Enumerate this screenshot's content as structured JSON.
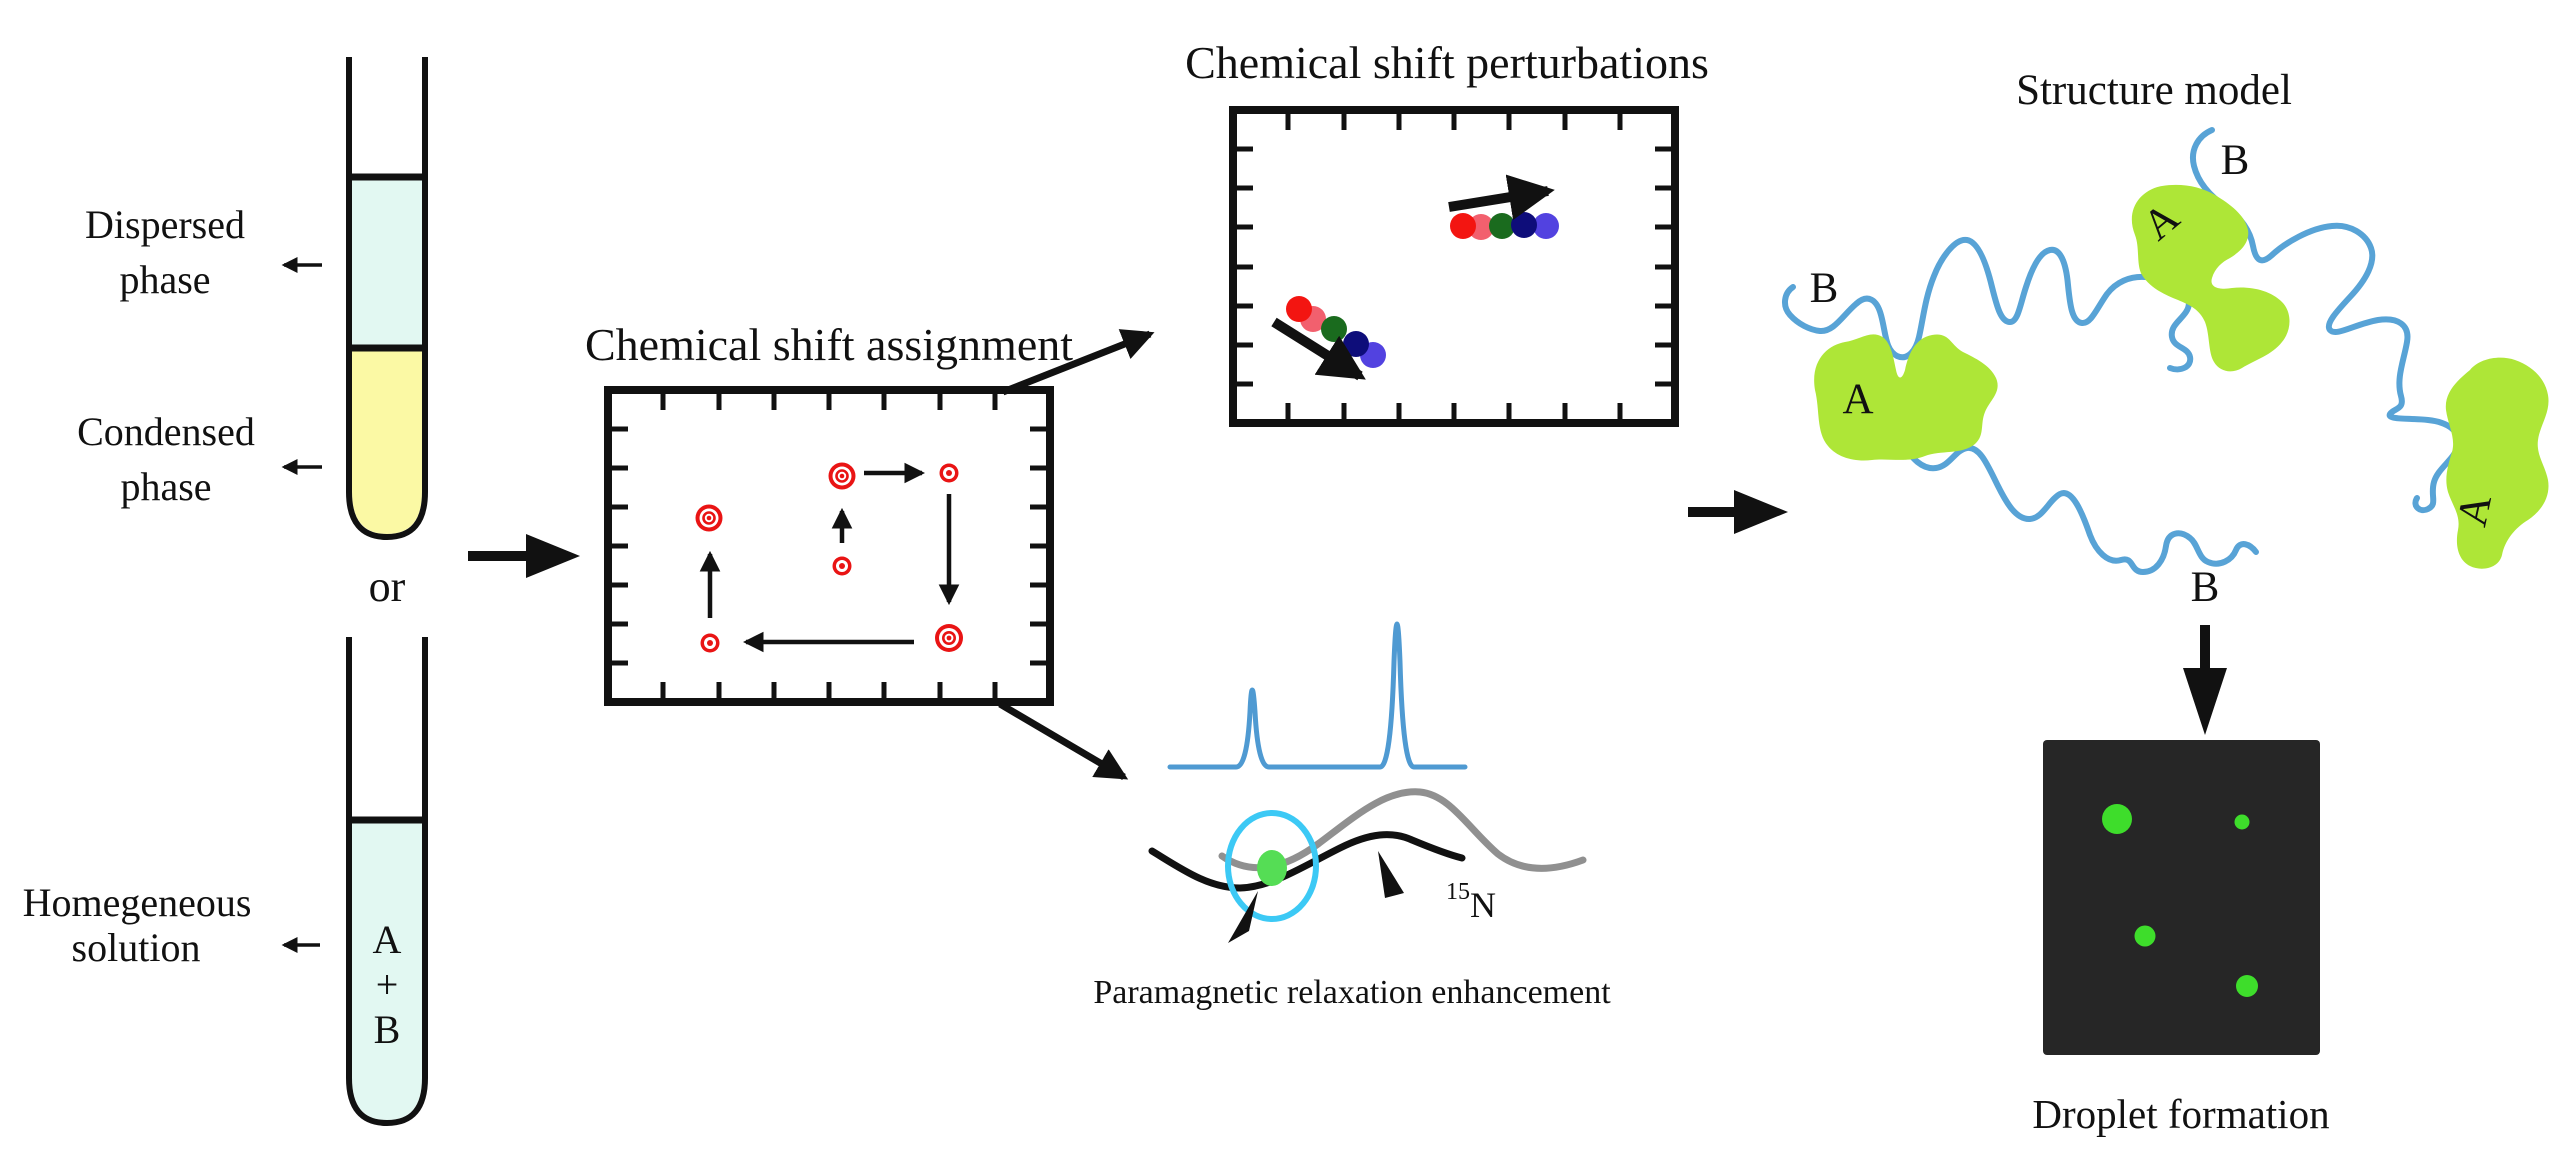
{
  "figure": {
    "description_domain": "NMR phase-separation workflow schematic",
    "colors": {
      "ink": "#111111",
      "dispersed_phase_fill": "#e2f8f2",
      "condensed_phase_fill": "#fbf9a4",
      "homogeneous_solution_fill": "#e2f8f2",
      "contour_peak_red": "#e91414",
      "csp_dot_series": [
        "#f31511",
        "#f2606e",
        "#1a6b1e",
        "#0e0d7a",
        "#5242e0"
      ],
      "spectrum_blue": "#4f9ad2",
      "chain_blue": "#58a3d6",
      "pre_gray_curve": "#909090",
      "pre_black_curve": "#111111",
      "pre_circle_cyan": "#3cc9f5",
      "pre_spin_label_green": "#55dd55",
      "structure_blob_green": "#aee637",
      "droplet_image_background": "#262626",
      "droplet_green": "#3edd2b"
    }
  },
  "left_column": {
    "dispersed_label_line1": "Dispersed",
    "dispersed_label_line2": "phase",
    "condensed_label_line1": "Condensed",
    "condensed_label_line2": "phase",
    "or_label": "or",
    "homogeneous_label_line1": "Homegeneous",
    "homogeneous_label_line2": "solution",
    "tube_contents": {
      "a": "A",
      "plus": "+",
      "b": "B"
    }
  },
  "assignment_panel": {
    "title": "Chemical shift assignment",
    "peak_count": 6,
    "walk_arrows": 5
  },
  "perturbation_panel": {
    "title": "Chemical shift perturbations",
    "series_count": 2,
    "dots_per_series": 5
  },
  "pre_panel": {
    "title": "Paramagnetic relaxation enhancement",
    "isotope_superscript": "15",
    "isotope_symbol": "N"
  },
  "structure_panel": {
    "title": "Structure model",
    "label_b_top": "B",
    "label_b_left": "B",
    "label_b_bottom": "B",
    "label_a_1": "A",
    "label_a_2": "A",
    "label_a_3": "A"
  },
  "droplet_panel": {
    "title": "Droplet formation",
    "droplet_count": 4
  }
}
